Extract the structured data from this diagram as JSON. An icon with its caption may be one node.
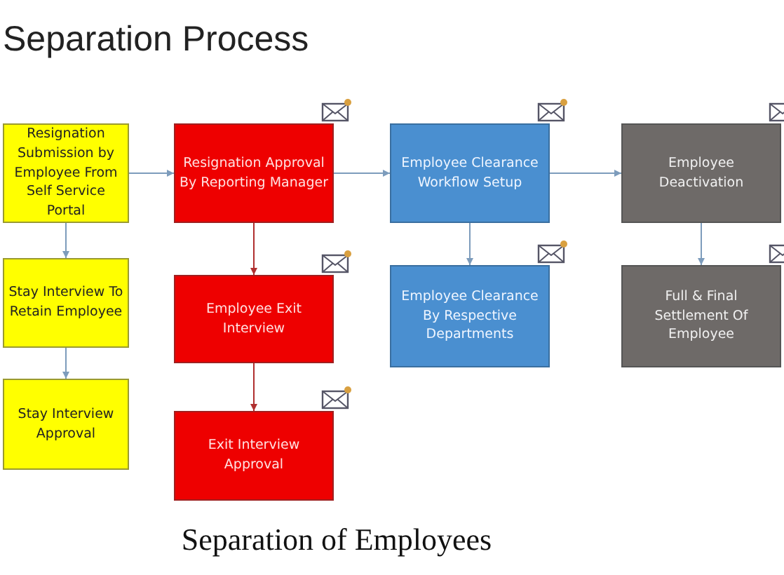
{
  "diagram": {
    "title": "Separation Process",
    "caption": "Separation of Employees",
    "nodes": [
      {
        "text": [
          "Resignation Submission by Employee From Self Service Portal"
        ]
      },
      {
        "text": [
          "Resignation Approval By Reporting Manager"
        ]
      },
      {
        "text": [
          "Employee Clearance Workflow Setup"
        ]
      },
      {
        "text": [
          "Employee Deactivation"
        ]
      },
      {
        "text": [
          "Stay Interview To Retain Employee"
        ]
      },
      {
        "text": [
          "Employee Exit Interview"
        ]
      },
      {
        "text": [
          "Employee Clearance By Respective Departments"
        ]
      },
      {
        "text": [
          "Full & Final Settlement Of Employee"
        ]
      },
      {
        "text": [
          "Stay Interview Approval"
        ]
      },
      {
        "text": [
          "Exit Interview Approval"
        ]
      }
    ],
    "edges": [
      {
        "from": 0,
        "to": 1,
        "arrow": "to"
      },
      {
        "from": 1,
        "to": 2,
        "arrow": "to"
      },
      {
        "from": 2,
        "to": 3,
        "arrow": "to"
      },
      {
        "from": 0,
        "to": 4,
        "arrow": "to"
      },
      {
        "from": 4,
        "to": 8,
        "arrow": "to"
      },
      {
        "from": 1,
        "to": 5,
        "arrow": "to",
        "color": "#b03030"
      },
      {
        "from": 5,
        "to": 9,
        "arrow": "to",
        "color": "#b03030"
      },
      {
        "from": 2,
        "to": 6,
        "arrow": "to"
      },
      {
        "from": 3,
        "to": 7,
        "arrow": "to"
      }
    ]
  }
}
